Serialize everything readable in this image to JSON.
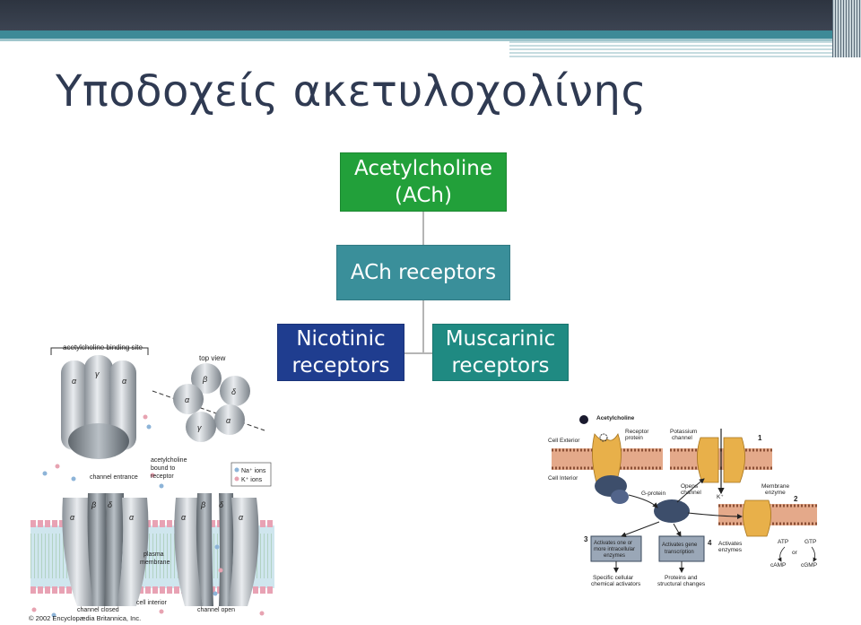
{
  "slide": {
    "title": "Υποδοχείς ακετυλοχολίνης"
  },
  "diagram": {
    "acetylcholine": {
      "line1": "Acetylcholine",
      "line2": "(ACh)"
    },
    "receptors": {
      "label": "ACh receptors"
    },
    "nicotinic": {
      "line1": "Nicotinic",
      "line2": "receptors"
    },
    "muscarinic": {
      "line1": "Muscarinic",
      "line2": "receptors"
    }
  },
  "colors": {
    "acetylcholine_box": "#22a03a",
    "receptors_box": "#3a8f9a",
    "nicotinic_box": "#1f3d8f",
    "muscarinic_box": "#1f8a82"
  },
  "nicotinic_figure": {
    "binding_site": "acetylcholine binding site",
    "top_view": "top view",
    "alpha": "α",
    "beta": "β",
    "gamma": "γ",
    "delta": "δ",
    "channel_entrance": "channel entrance",
    "ach_bound_1": "acetylcholine",
    "ach_bound_2": "bound to",
    "ach_bound_3": "receptor",
    "na_ions": "Na⁺ ions",
    "k_ions": "K⁺ ions",
    "plasma_membrane_1": "plasma",
    "plasma_membrane_2": "membrane",
    "cell_interior": "cell interior",
    "channel_closed": "channel closed",
    "channel_open": "channel open",
    "copyright": "© 2002 Encyclopædia Britannica, Inc."
  },
  "muscarinic_figure": {
    "acetylcholine": "Acetylcholine",
    "receptor_protein_1": "Receptor",
    "receptor_protein_2": "protein",
    "cell_exterior": "Cell Exterior",
    "cell_interior": "Cell Interior",
    "potassium_channel_1": "Potassium",
    "potassium_channel_2": "channel",
    "num1": "1",
    "num2": "2",
    "num3": "3",
    "num4": "4",
    "g_protein": "G-protein",
    "opens_channel_1": "Opens",
    "opens_channel_2": "channel",
    "k_plus": "K⁺",
    "membrane_enzyme_1": "Membrane",
    "membrane_enzyme_2": "enzyme",
    "activates_intracellular_1": "Activates one or",
    "activates_intracellular_2": "more intracellular",
    "activates_intracellular_3": "enzymes",
    "activates_gene_1": "Activates gene",
    "activates_gene_2": "transcription",
    "activates_enzymes_1": "Activates",
    "activates_enzymes_2": "enzymes",
    "atp": "ATP",
    "gtp": "GTP",
    "or": "or",
    "camp": "cAMP",
    "cgmp": "cGMP",
    "specific_activators_1": "Specific cellular",
    "specific_activators_2": "chemical activators",
    "proteins_changes_1": "Proteins and",
    "proteins_changes_2": "structural changes"
  }
}
